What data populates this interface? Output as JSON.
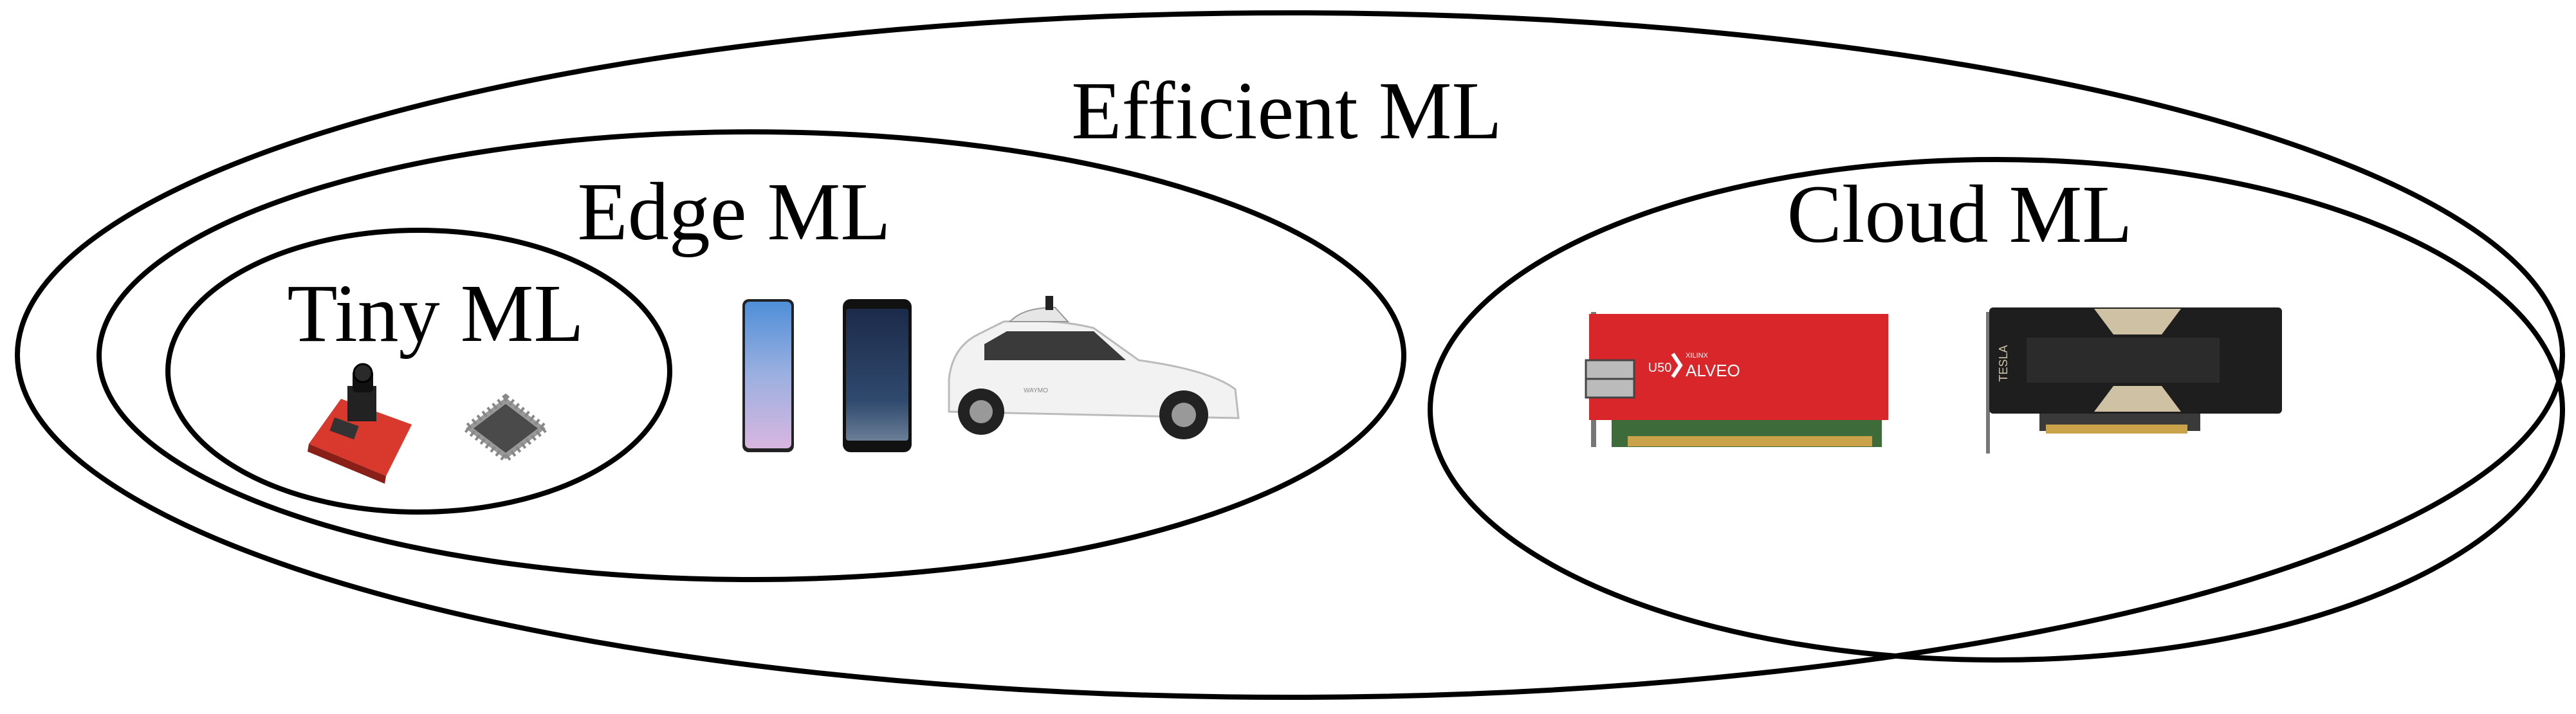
{
  "regions": {
    "efficient": {
      "label": "Efficient ML"
    },
    "edge": {
      "label": "Edge ML"
    },
    "tiny": {
      "label": "Tiny ML"
    },
    "cloud": {
      "label": "Cloud ML"
    }
  },
  "devices": {
    "tiny": [
      {
        "name": "camera-module-board"
      },
      {
        "name": "microcontroller-chip"
      }
    ],
    "edge": [
      {
        "name": "smartphone-1"
      },
      {
        "name": "smartphone-2"
      },
      {
        "name": "self-driving-car",
        "logo_text": "WAYMO"
      }
    ],
    "cloud": [
      {
        "name": "fpga-accelerator-card",
        "model": "U50",
        "brand": "XILINX",
        "product": "ALVEO"
      },
      {
        "name": "gpu-accelerator-card",
        "brand": "TESLA"
      }
    ]
  },
  "colors": {
    "alveo_red": "#d9262a",
    "gpu_black": "#1e1e1e",
    "gpu_gold": "#cfc2a4"
  }
}
